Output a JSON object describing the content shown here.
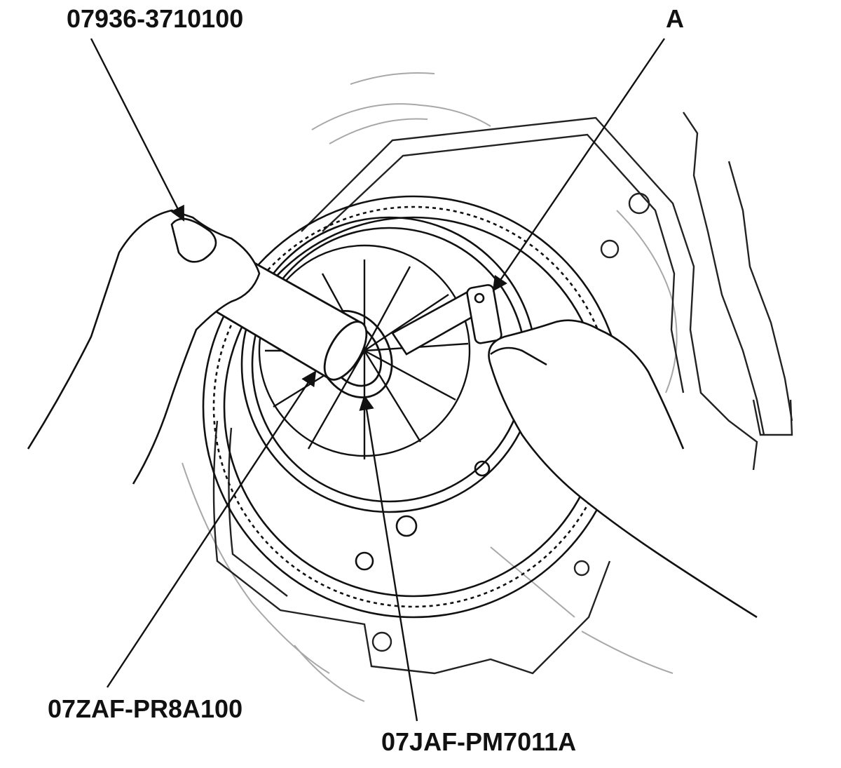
{
  "callouts": {
    "top_left": "07936-3710100",
    "top_right": "A",
    "bottom_left": "07ZAF-PR8A100",
    "bottom_right": "07JAF-PM7011A"
  },
  "colors": {
    "line": "#111111",
    "faint": "#9a9a9a",
    "background": "#ffffff"
  }
}
